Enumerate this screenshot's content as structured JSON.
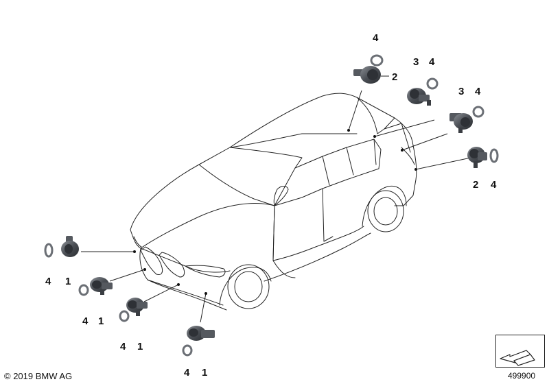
{
  "callouts": {
    "c1": "4",
    "c2": "2",
    "c3": "3",
    "c4": "4",
    "c5": "3",
    "c6": "4",
    "c7": "2",
    "c8": "4",
    "c9": "4",
    "c10": "1",
    "c11": "4",
    "c12": "1",
    "c13": "4",
    "c14": "1",
    "c15": "4",
    "c16": "1"
  },
  "footer": {
    "copyright": "© 2019 BMW AG",
    "diagram_number": "499900"
  },
  "icons": {
    "navigation": "arrow-icon"
  },
  "colors": {
    "line": "#222222",
    "sensor_dark": "#3a3d42",
    "sensor_mid": "#6b6f75",
    "ring": "#8a8d92"
  }
}
